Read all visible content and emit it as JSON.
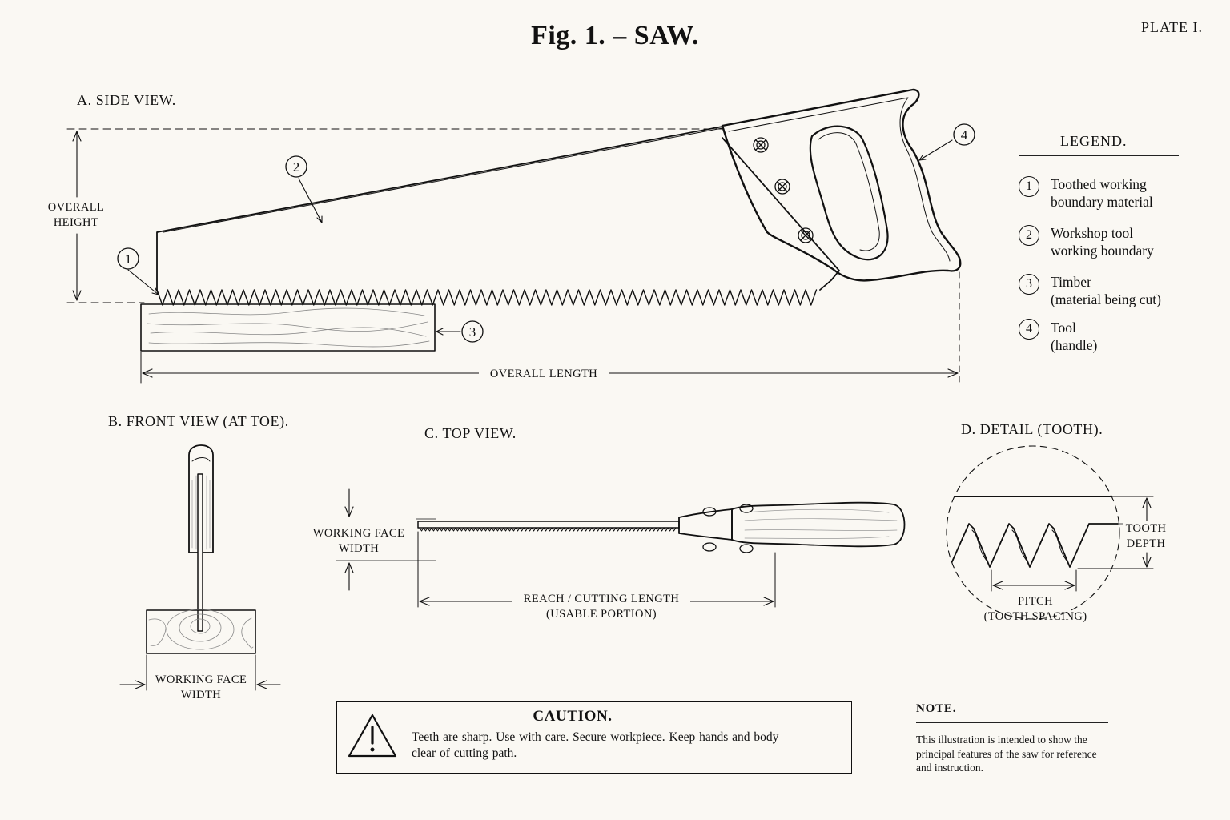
{
  "title": "Fig. 1. – SAW.",
  "plate": "PLATE I.",
  "sections": {
    "side": "A.  SIDE VIEW.",
    "front": "B.  FRONT VIEW (AT TOE).",
    "top": "C.  TOP VIEW.",
    "detail": "D.  DETAIL (TOOTH)."
  },
  "callouts": [
    "1",
    "2",
    "3",
    "4"
  ],
  "dimensions": {
    "overall_height": [
      "OVERALL",
      "HEIGHT"
    ],
    "overall_length": "OVERALL LENGTH",
    "front_face_width": [
      "WORKING FACE",
      "WIDTH"
    ],
    "top_face_width": [
      "WORKING FACE",
      "WIDTH"
    ],
    "reach": [
      "REACH / CUTTING LENGTH",
      "(USABLE PORTION)"
    ],
    "tooth_depth": [
      "TOOTH",
      "DEPTH"
    ],
    "pitch": [
      "PITCH",
      "(TOOTH SPACING)"
    ]
  },
  "legend": {
    "title": "LEGEND.",
    "items": [
      {
        "num": "1",
        "lines": [
          "Toothed working",
          "boundary material"
        ]
      },
      {
        "num": "2",
        "lines": [
          "Workshop tool",
          "working boundary"
        ]
      },
      {
        "num": "3",
        "lines": [
          "Timber",
          "(material being cut)"
        ]
      },
      {
        "num": "4",
        "lines": [
          "Tool",
          "(handle)"
        ]
      }
    ]
  },
  "caution": {
    "title": "CAUTION.",
    "lines": [
      "Teeth are sharp.  Use with care.  Secure workpiece.  Keep hands and body",
      "clear of cutting path."
    ]
  },
  "note": {
    "title": "NOTE.",
    "lines": [
      "This illustration is intended to show the",
      "principal features of the saw for reference",
      "and instruction."
    ]
  }
}
